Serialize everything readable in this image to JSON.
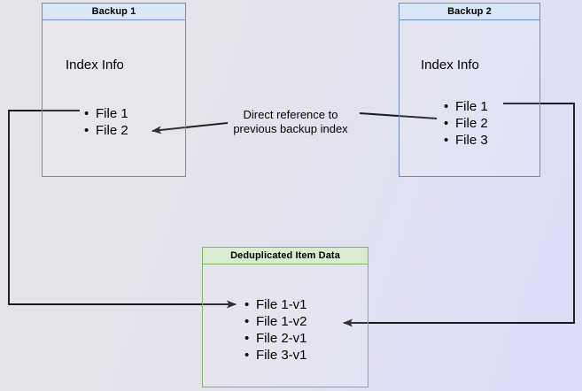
{
  "diagram": {
    "title": "Backup deduplication index reference diagram",
    "background": {
      "gradient_from": "#e7e5e9",
      "gradient_to": "#dcddf7"
    },
    "colors": {
      "blue_border": "#6c8ebf",
      "blue_header_fill": "#d9e6f8",
      "green_border": "#82b366",
      "green_header_fill": "#d9ecd2",
      "connector": "#1a1a1a"
    },
    "boxes": {
      "backup1": {
        "header": "Backup 1",
        "subtitle": "Index Info",
        "items": [
          "File 1",
          "File 2"
        ]
      },
      "backup2": {
        "header": "Backup 2",
        "subtitle": "Index Info",
        "items": [
          "File 1",
          "File 2",
          "File 3"
        ]
      },
      "dedup": {
        "header": "Deduplicated Item Data",
        "items": [
          "File 1-v1",
          "File 1-v2",
          "File 2-v1",
          "File 3-v1"
        ]
      }
    },
    "annotations": {
      "direct_reference_line1": "Direct reference to",
      "direct_reference_line2": "previous backup index"
    },
    "connectors": [
      {
        "name": "backup1-file1-to-dedup-file1v1",
        "from": "Backup 1 / File 1",
        "to": "Deduplicated Item Data / File 1-v1",
        "arrowhead": "end"
      },
      {
        "name": "backup2-file2-to-backup1-file2",
        "from": "Backup 2 / File 2",
        "to": "Backup 1 / File 2",
        "arrowhead": "end",
        "label": "Direct reference to previous backup index"
      },
      {
        "name": "backup2-file1-to-dedup-file1v2",
        "from": "Backup 2 / File 1",
        "to": "Deduplicated Item Data / File 1-v2",
        "arrowhead": "end"
      }
    ]
  }
}
